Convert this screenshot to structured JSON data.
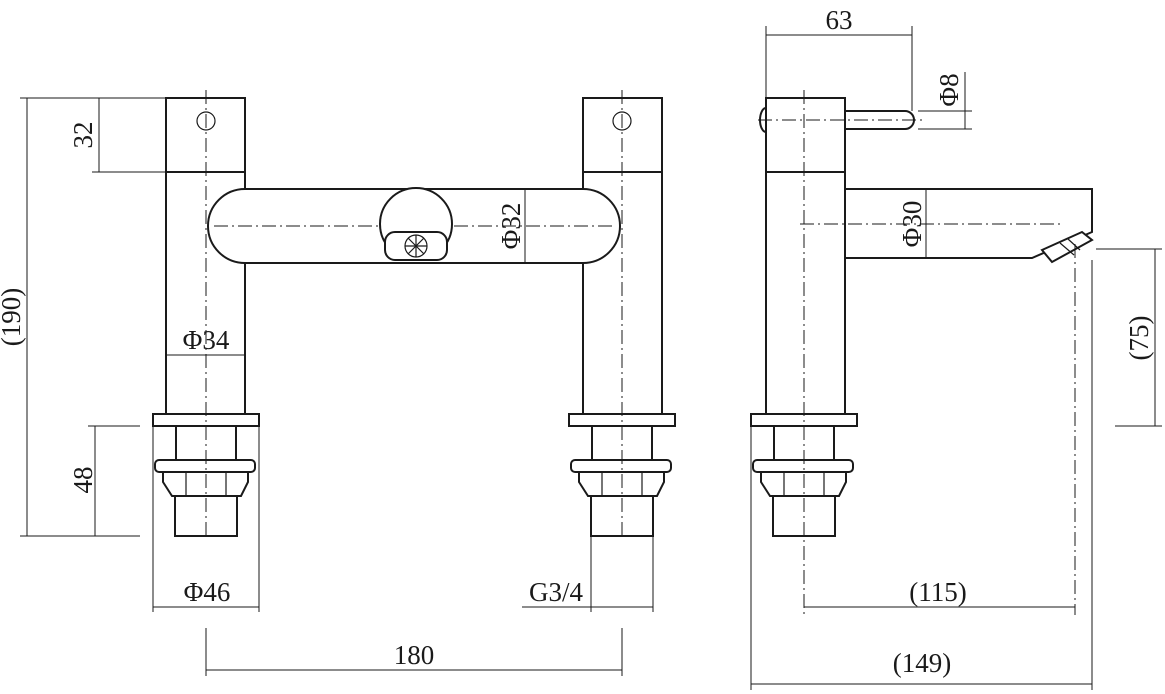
{
  "labels": {
    "top_width": "63",
    "handle_dia": "Φ8",
    "cap_height": "32",
    "total_height": "(190)",
    "bar_dia": "Φ32",
    "pillar_dia": "Φ34",
    "spout_dia": "Φ30",
    "spout_height": "(75)",
    "base_height": "48",
    "base_dia": "Φ46",
    "thread": "G3/4",
    "centers": "180",
    "reach": "(115)",
    "overall_depth": "(149)"
  }
}
